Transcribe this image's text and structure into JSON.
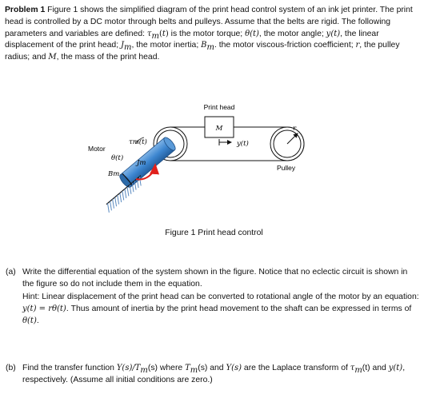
{
  "intro": {
    "problem_label": "Problem 1",
    "p1": " Figure 1 shows the simplified diagram of the print head control system of an ink jet printer. The print head is controlled by a DC motor through belts and pulleys. Assume that the belts are rigid. The following parameters and variables are defined: ",
    "tau_m_t": "τ",
    "p2": " is the motor torque; ",
    "theta_t": "θ(t)",
    "p3": ", the motor angle; ",
    "y_t": "y(t)",
    "p4": ", the linear displacement of the print head; ",
    "p5": ", the motor inertia; ",
    "p6": ". the motor viscous-friction coefficient; ",
    "r": "r",
    "p7": ", the pulley radius; and ",
    "M": "M",
    "p8": ", the mass of the print head."
  },
  "figure": {
    "print_head_label": "Print head",
    "mass_label": "M",
    "y_label": "y(t)",
    "motor_label": "Motor",
    "theta_label": "θ(t)",
    "tau_label": "τm(t)",
    "jm_label": "Jm",
    "bm_label": "Bm",
    "pulley_label": "Pulley",
    "r_label": "r",
    "caption": "Figure 1 Print head control"
  },
  "question_a": {
    "label": "(a)",
    "line1": "Write the differential equation of the system shown in the figure. Notice that no eclectic circuit is shown in the figure so do not include them in the equation.",
    "hint1": "Hint: Linear displacement of the print head can be converted to rotational angle of the motor by an equation: ",
    "eq": "y(t) = rθ(t)",
    "hint2": ". Thus amount of inertia by the print head movement to the shaft can be expressed in terms of ",
    "theta": "θ(t)",
    "end": "."
  },
  "question_b": {
    "label": "(b)",
    "t1": "Find the transfer function ",
    "tf": "Y(s)/T",
    "t2": "(s) where ",
    "Tm": "T",
    "t3": "(s) and ",
    "Ys": "Y(s)",
    "t4": " are the Laplace transform of ",
    "tau": "τ",
    "t5": "(t) and ",
    "yt": "y(t)",
    "t6": ", respectively. (Assume all initial conditions are zero.)"
  },
  "colors": {
    "shaft": "#3d86d0",
    "arrow": "#e0201b",
    "hatch": "#5a8ac0"
  }
}
